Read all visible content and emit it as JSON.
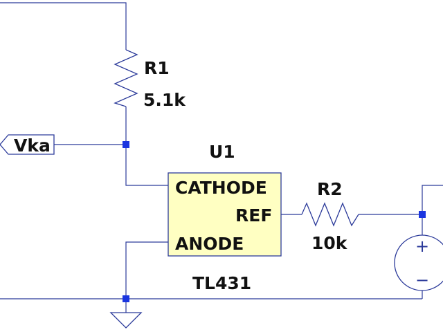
{
  "colors": {
    "wire": "#2b3a9a",
    "junction": "#1a35e0",
    "ic_fill": "#ffffc2",
    "ic_border": "#2b3a9a",
    "text": "#111111",
    "background": "#ffffff"
  },
  "components": {
    "r1": {
      "ref": "R1",
      "value": "5.1k"
    },
    "r2": {
      "ref": "R2",
      "value": "10k"
    },
    "u1": {
      "ref": "U1",
      "part": "TL431",
      "pins": {
        "cathode": "CATHODE",
        "ref": "REF",
        "anode": "ANODE"
      }
    },
    "source": {
      "plus": "+",
      "minus": "−"
    }
  },
  "net_labels": {
    "vka": "Vka"
  },
  "icons": [
    "resistor-icon",
    "ground-icon",
    "voltage-source-icon",
    "net-label-flag-icon"
  ]
}
